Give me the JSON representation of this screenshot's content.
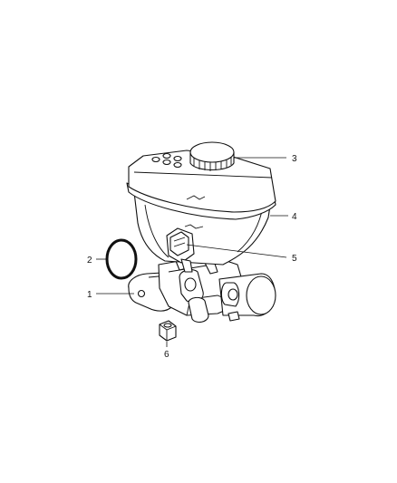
{
  "callouts": [
    {
      "number": "1",
      "part": "master-cylinder-body"
    },
    {
      "number": "2",
      "part": "o-ring-seal"
    },
    {
      "number": "3",
      "part": "reservoir-cap"
    },
    {
      "number": "4",
      "part": "fluid-reservoir"
    },
    {
      "number": "5",
      "part": "fluid-level-sensor"
    },
    {
      "number": "6",
      "part": "mounting-nut"
    }
  ]
}
